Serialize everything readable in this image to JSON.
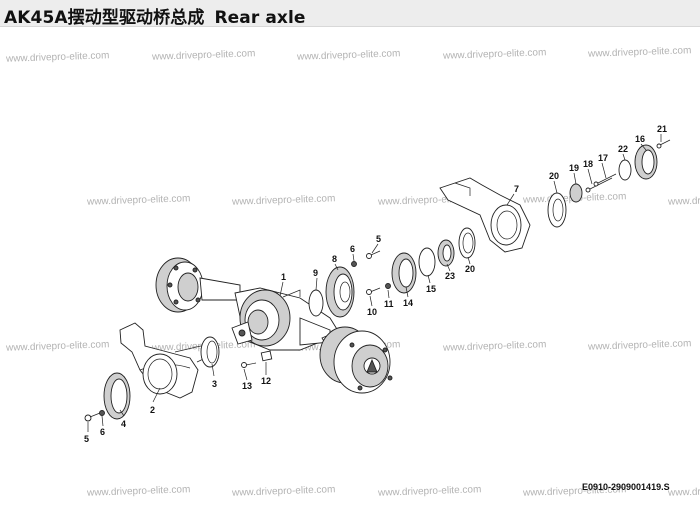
{
  "header": {
    "title_cn": "AK45A摆动型驱动桥总成",
    "title_en": "Rear axle"
  },
  "drawing_code": "E0910-2909001419.S",
  "watermark_text": "www.drivepro-elite.com",
  "callouts": [
    "1",
    "2",
    "3",
    "4",
    "5",
    "6",
    "5",
    "6",
    "7",
    "8",
    "9",
    "10",
    "11",
    "12",
    "13",
    "14",
    "15",
    "16",
    "17",
    "18",
    "19",
    "20",
    "20",
    "21",
    "22",
    "23"
  ]
}
